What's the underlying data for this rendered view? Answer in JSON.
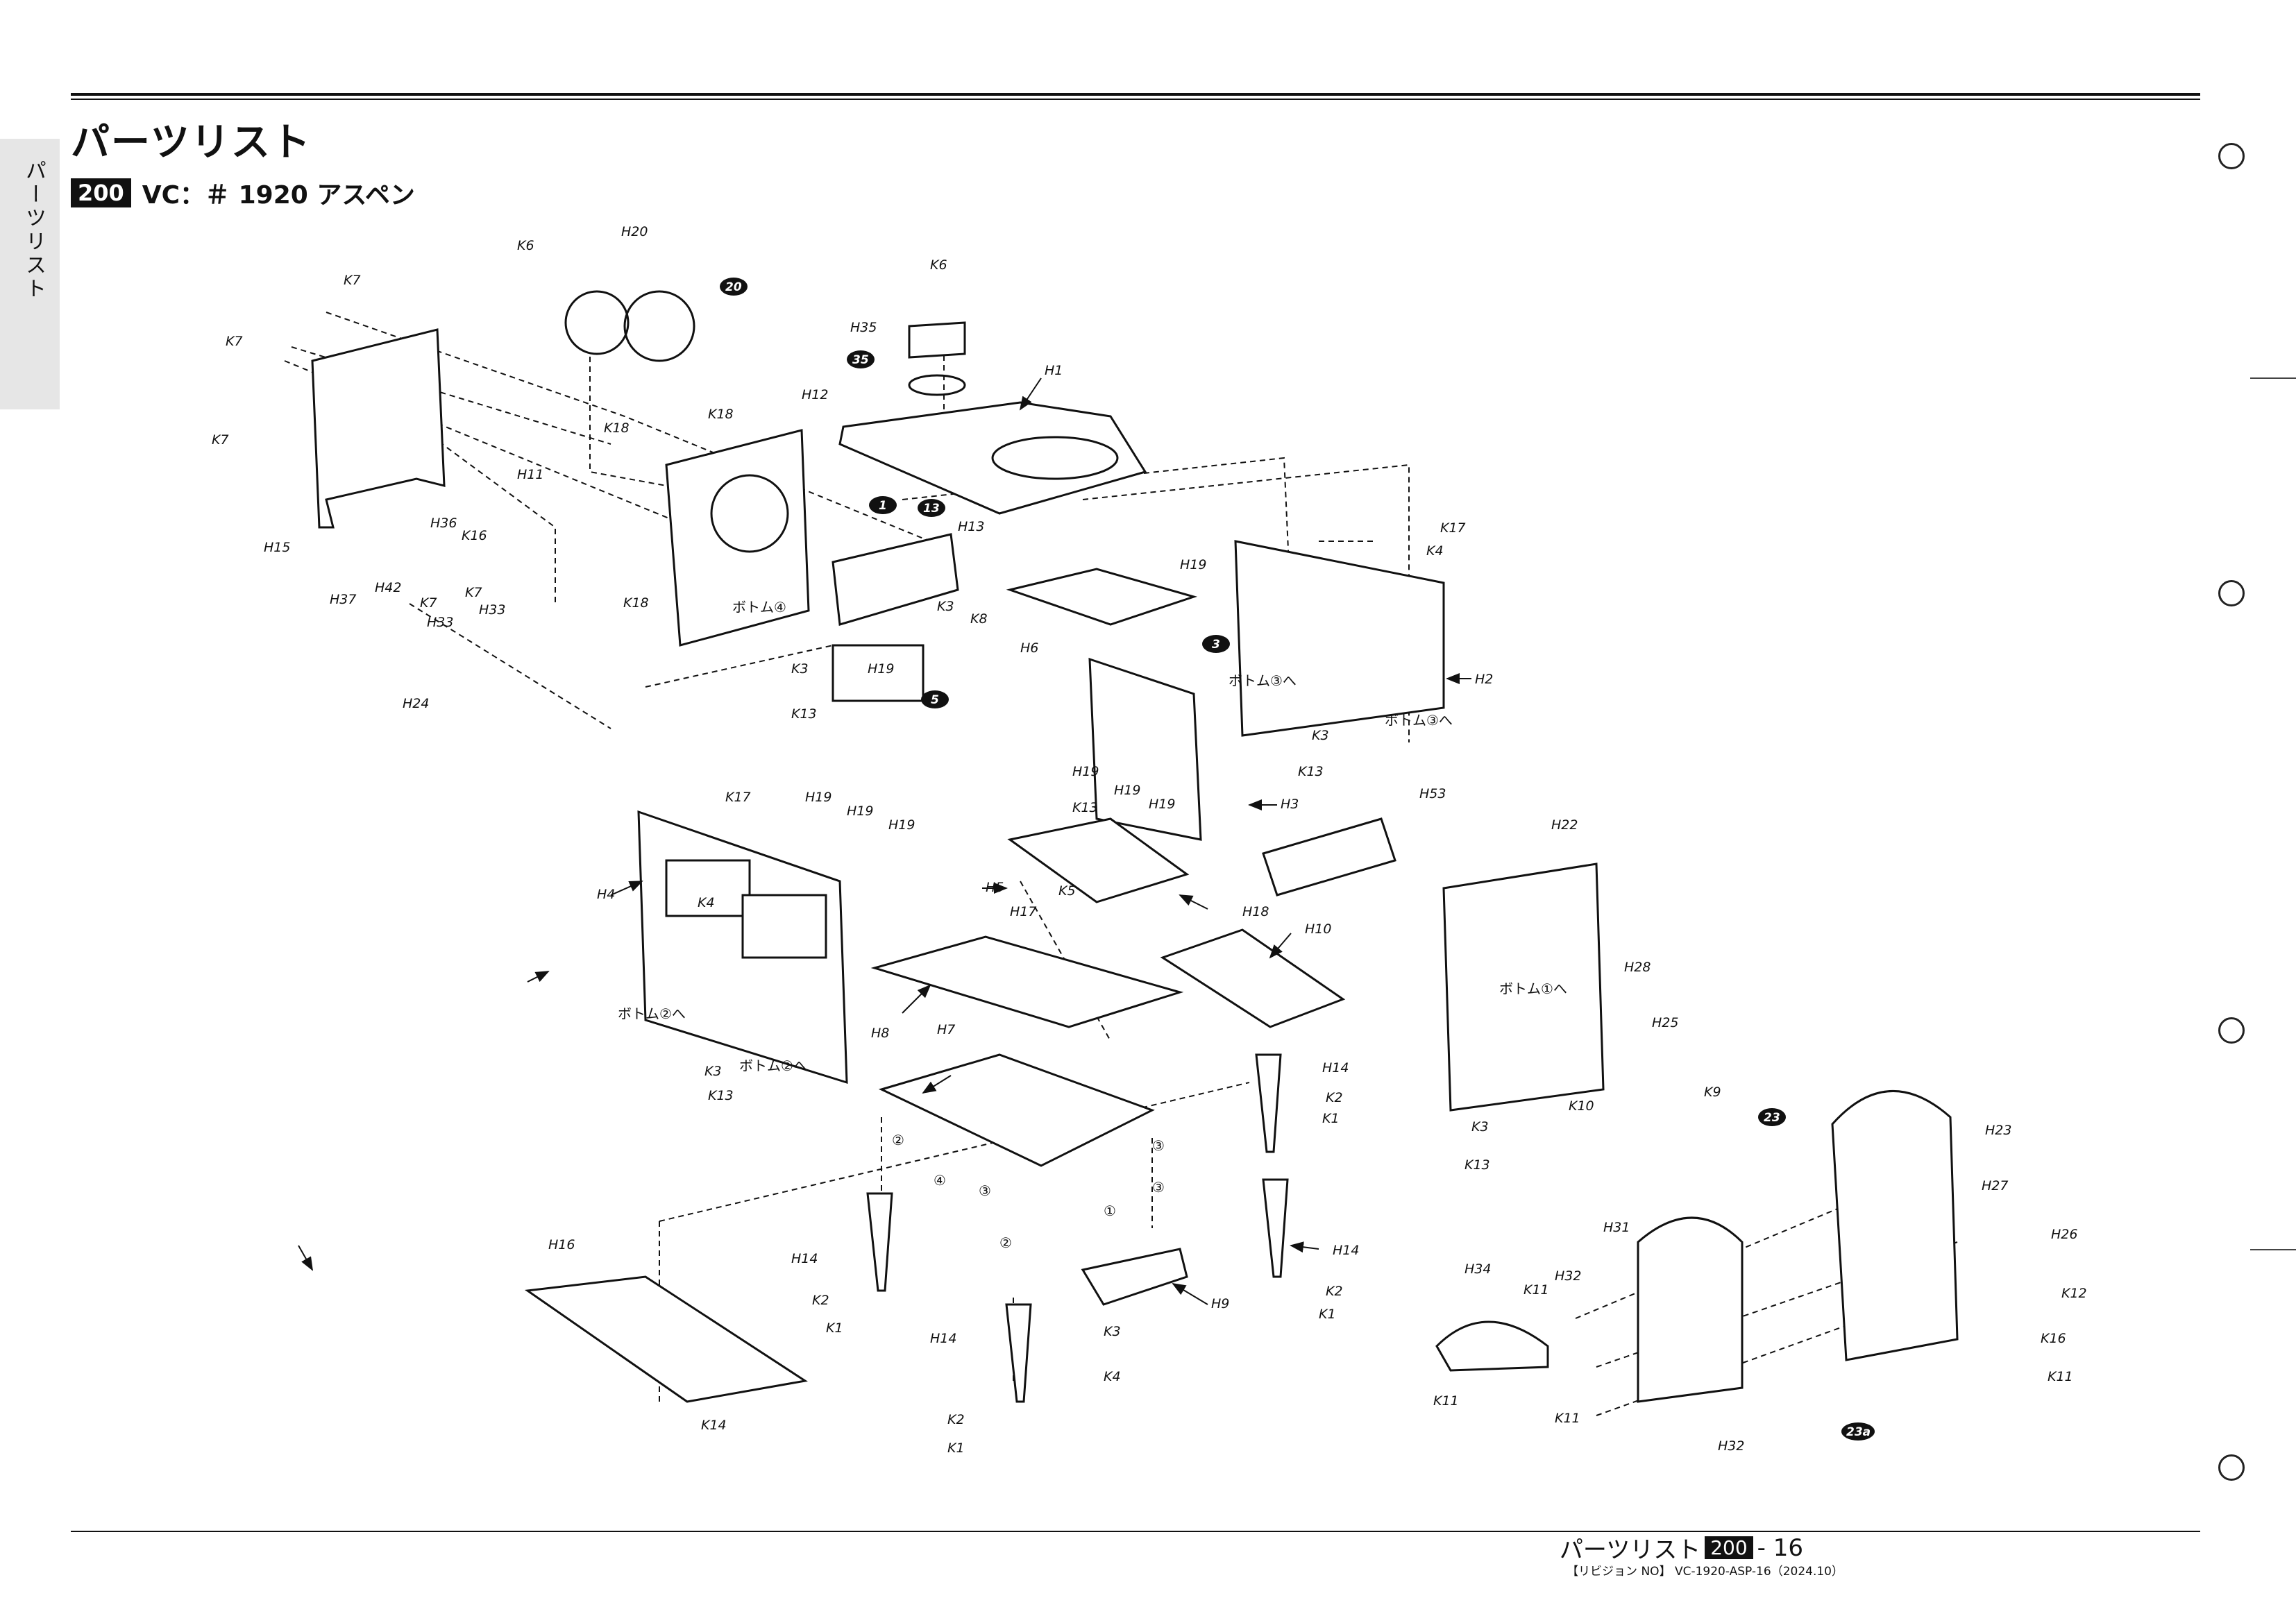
{
  "header": {
    "title": "パーツリスト",
    "section_badge": "200",
    "model": "VC：＃ 1920 アスペン"
  },
  "side_tab": {
    "label": "パーツリスト"
  },
  "footer": {
    "title": "パーツリスト",
    "badge": "200",
    "page": "- 16",
    "revision": "【リビジョン NO】 VC-1920-ASP-16（2024.10）"
  },
  "labels": {
    "H1": "H1",
    "H2": "H2",
    "H3": "H3",
    "H4": "H4",
    "H5": "H5",
    "H6": "H6",
    "H7": "H7",
    "H8": "H8",
    "H9": "H9",
    "H10": "H10",
    "H11": "H11",
    "H12": "H12",
    "H13": "H13",
    "H14": "H14",
    "H15": "H15",
    "H16": "H16",
    "H17": "H17",
    "H18": "H18",
    "H19": "H19",
    "H20": "H20",
    "H22": "H22",
    "H23": "H23",
    "H24": "H24",
    "H25": "H25",
    "H26": "H26",
    "H27": "H27",
    "H28": "H28",
    "H31": "H31",
    "H32": "H32",
    "H33": "H33",
    "H34": "H34",
    "H35": "H35",
    "H36": "H36",
    "H37": "H37",
    "H42": "H42",
    "H53": "H53",
    "K1": "K1",
    "K2": "K2",
    "K3": "K3",
    "K4": "K4",
    "K5": "K5",
    "K6": "K6",
    "K7": "K7",
    "K8": "K8",
    "K9": "K9",
    "K10": "K10",
    "K11": "K11",
    "K12": "K12",
    "K13": "K13",
    "K14": "K14",
    "K16": "K16",
    "K17": "K17",
    "K18": "K18"
  },
  "badges": {
    "b1": "1",
    "b3": "3",
    "b5": "5",
    "b13": "13",
    "b20": "20",
    "b23": "23",
    "b23a": "23a",
    "b35": "35"
  },
  "bottom_refs": {
    "bottom1": "ボトム①へ",
    "bottom2": "ボトム②へ",
    "bottom3": "ボトム③へ",
    "bottom4": "ボトム④"
  },
  "circled": {
    "c1": "①",
    "c2": "②",
    "c3": "③",
    "c4": "④"
  }
}
